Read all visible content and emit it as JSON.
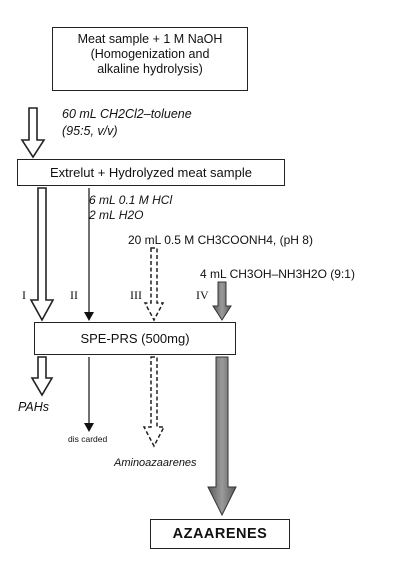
{
  "boxes": {
    "sample": [
      "Meat sample + 1 M NaOH",
      "(Homogenization and",
      "alkaline hydrolysis)"
    ],
    "extrelut": "Extrelut + Hydrolyzed meat sample",
    "spe": "SPE-PRS (500mg)",
    "azaarenes": "AZAARENES"
  },
  "reagents": {
    "solvent": [
      "60 mL CH2Cl2–toluene",
      "(95:5, v/v)"
    ],
    "acid": [
      "6 mL 0.1 M HCl",
      "2 mL H2O"
    ],
    "buffer": "20 mL 0.5 M CH3COONH4, (pH 8)",
    "ammonia": "4 mL CH3OH–NH3H2O (9:1)"
  },
  "fractions": {
    "labels": [
      "I",
      "II",
      "III",
      "IV"
    ]
  },
  "outputs": {
    "pahs": "PAHs",
    "discarded": "dis carded",
    "aminoazaarenes": "Aminoazaarenes"
  }
}
